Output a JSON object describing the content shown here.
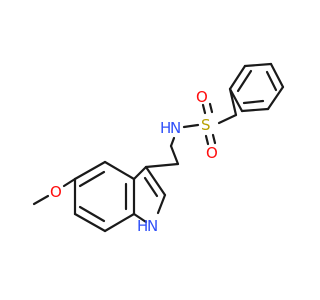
{
  "molecule": {
    "atoms": {
      "oxygen_methoxy": "O",
      "nitrogen_sulfonamide": "N",
      "hydrogen_sulfonamide": "H",
      "sulfur": "S",
      "oxygen_sulfonyl_top": "O",
      "oxygen_sulfonyl_bottom": "O",
      "nitrogen_indole": "N",
      "hydrogen_indole": "H"
    },
    "colors": {
      "bond": "#1a1a1a",
      "oxygen": "#ff0d0d",
      "nitrogen": "#3050f8",
      "sulfur": "#b8a000"
    }
  }
}
